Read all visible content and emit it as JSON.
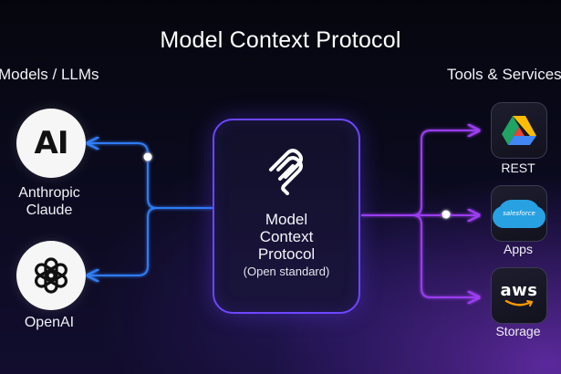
{
  "title": "Model Context Protocol",
  "left_column": {
    "heading": "Models / LLMs",
    "models": [
      {
        "name_line1": "Anthropic",
        "name_line2": "Claude",
        "icon": "anthropic-logo-icon",
        "logo_text": "AI"
      },
      {
        "name": "OpenAI",
        "icon": "openai-logo-icon"
      }
    ]
  },
  "hub": {
    "lines": [
      "Model",
      "Context",
      "Protocol"
    ],
    "subtitle": "(Open standard)",
    "icon": "mcp-logo-icon"
  },
  "right_column": {
    "heading": "Tools & Services",
    "tools": [
      {
        "label": "REST",
        "icon": "google-drive-icon"
      },
      {
        "label": "Apps",
        "icon": "salesforce-icon",
        "logo_text": "salesforce"
      },
      {
        "label": "Storage",
        "icon": "aws-icon",
        "logo_text": "aws"
      }
    ]
  },
  "colors": {
    "left_connectors": "#2f7cf6",
    "right_connectors": "#9b3df0",
    "hub_border": "#6d46ff",
    "salesforce": "#27a1e2",
    "aws_smile": "#ff9900"
  }
}
